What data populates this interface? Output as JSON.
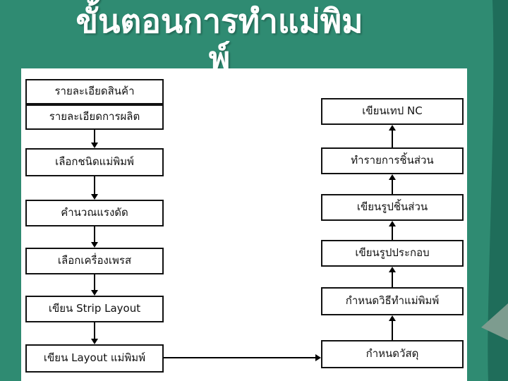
{
  "slide": {
    "title_line1": "ขั้นตอนการทำแม่พิม",
    "title_line2": "พ์"
  },
  "flowchart": {
    "left_column": [
      "รายละเอียดสินค้า",
      "รายละเอียดการผลิต",
      "เลือกชนิดแม่พิมพ์",
      "คำนวณแรงดัด",
      "เลือกเครื่องเพรส",
      "เขียน Strip Layout",
      "เขียน Layout แม่พิมพ์"
    ],
    "right_column": [
      "เขียนเทป NC",
      "ทำรายการชิ้นส่วน",
      "เขียนรูปชิ้นส่วน",
      "เขียนรูปประกอบ",
      "กำหนดวิธีทำแม่พิมพ์",
      "กำหนดวัสดุ"
    ]
  },
  "colors": {
    "background": "#2f8b72",
    "accent_dark": "#1f6d5a",
    "accent_gray": "#7d9c8f",
    "panel": "#ffffff",
    "box_border": "#111111",
    "title": "#ffffff"
  }
}
